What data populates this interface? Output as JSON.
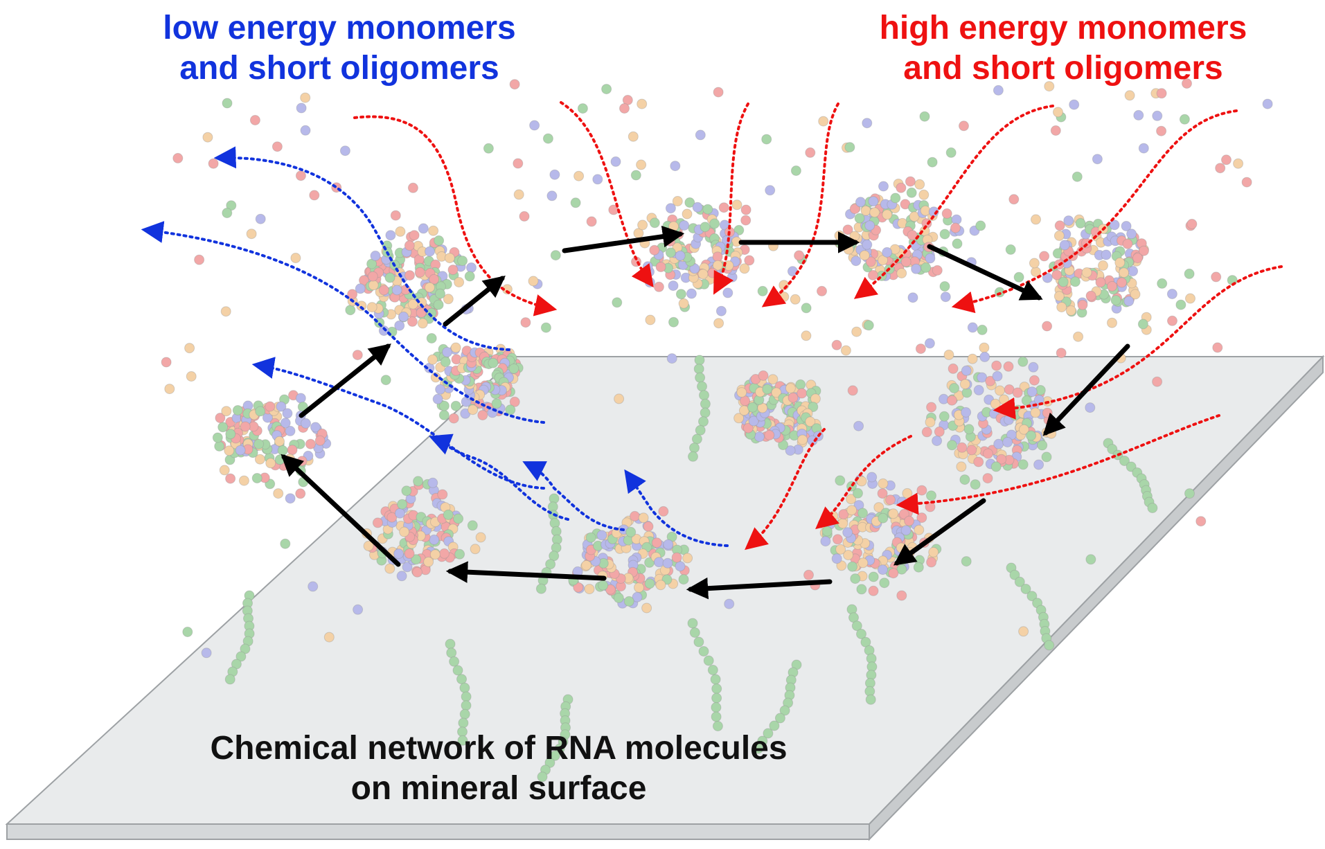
{
  "labels": {
    "low_energy_line1": "low energy monomers",
    "low_energy_line2": "and short oligomers",
    "high_energy_line1": "high energy monomers",
    "high_energy_line2": "and short oligomers",
    "surface_line1": "Chemical network of RNA molecules",
    "surface_line2": "on mineral surface"
  },
  "colors": {
    "low_energy_flow": "#1133dd",
    "high_energy_flow": "#ee1111",
    "network_arrow": "#000000",
    "surface_top": "#e9ebec",
    "surface_edge": "#cfd2d4",
    "bead_red": "#f2a7a7",
    "bead_blue": "#b7b9ea",
    "bead_green": "#a9d6a9",
    "bead_orange": "#f4d1a6"
  }
}
